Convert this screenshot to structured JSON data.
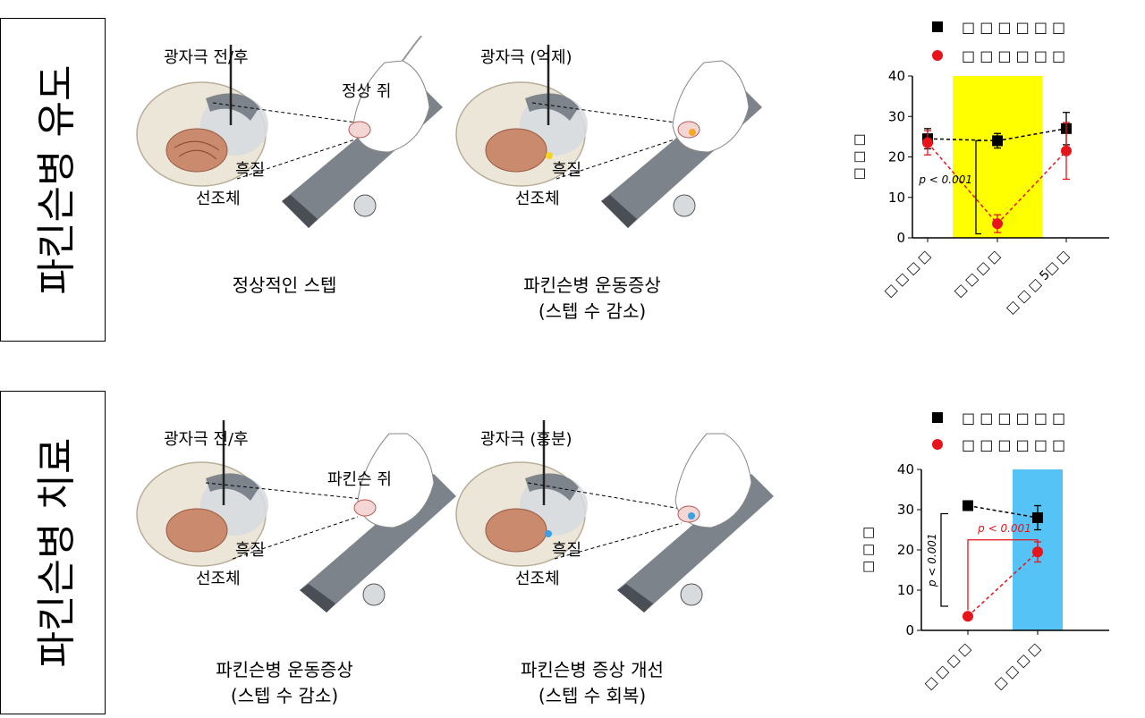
{
  "top_row": {
    "side_label": "파킨슨병 유도",
    "panel1": {
      "probe_label": "광자극 전/후",
      "rat_label": "정상 쥐",
      "sn_label": "흑질",
      "striatum_label": "선조체",
      "caption_line1": "정상적인 스텝",
      "caption_line2": ""
    },
    "panel2": {
      "probe_label": "광자극 (억제)",
      "sn_label": "흑질",
      "striatum_label": "선조체",
      "caption_line1": "파킨슨병 운동증상",
      "caption_line2": "(스텝 수 감소)"
    },
    "stim_color": "#f5a623"
  },
  "bottom_row": {
    "side_label": "파킨슨병 치료",
    "panel1": {
      "probe_label": "광자극 전/후",
      "rat_label": "파킨슨 쥐",
      "sn_label": "흑질",
      "striatum_label": "선조체",
      "caption_line1": "파킨슨병 운동증상",
      "caption_line2": "(스텝 수 감소)"
    },
    "panel2": {
      "probe_label": "광자극 (흥분)",
      "sn_label": "흑질",
      "striatum_label": "선조체",
      "caption_line1": "파킨슨병 증상 개선",
      "caption_line2": "(스텝 수 회복)"
    },
    "stim_color": "#3aa0e8"
  },
  "chart_data": [
    {
      "type": "line",
      "ylabel": "□ □ □",
      "ylim": [
        0,
        40
      ],
      "yticks": [
        "0",
        "10",
        "20",
        "30",
        "40"
      ],
      "categories": [
        "□ □ □ □",
        "□ □ □ □",
        "□ □ □ 5□ □"
      ],
      "legend": [
        "□ □ □ □ □ □",
        "□ □ □ □ □ □"
      ],
      "series": [
        {
          "values": [
            24.5,
            24,
            27
          ],
          "err": [
            2.5,
            1.8,
            4
          ],
          "color": "#000000",
          "marker": "square"
        },
        {
          "values": [
            23.5,
            3.5,
            21.5
          ],
          "err": [
            3,
            2.2,
            7
          ],
          "color": "#e8141b",
          "marker": "circle"
        }
      ],
      "highlight": {
        "category_index": 1,
        "color": "#ffff00"
      },
      "annotation": "p < 0.001"
    },
    {
      "type": "line",
      "ylabel": "□ □ □",
      "ylim": [
        0,
        40
      ],
      "yticks": [
        "0",
        "10",
        "20",
        "30",
        "40"
      ],
      "categories": [
        "□ □ □ □",
        "□ □ □ □"
      ],
      "legend": [
        "□ □ □ □ □ □",
        "□ □ □ □ □ □"
      ],
      "series": [
        {
          "values": [
            31,
            28
          ],
          "err": [
            1.2,
            3
          ],
          "color": "#000000",
          "marker": "square"
        },
        {
          "values": [
            3.5,
            19.5
          ],
          "err": [
            0.5,
            2.5
          ],
          "color": "#e8141b",
          "marker": "circle"
        }
      ],
      "highlight": {
        "category_index": 1,
        "color": "#55c3f5"
      },
      "annotation_left": "p < 0.001",
      "annotation_right": "p < 0.001"
    }
  ]
}
